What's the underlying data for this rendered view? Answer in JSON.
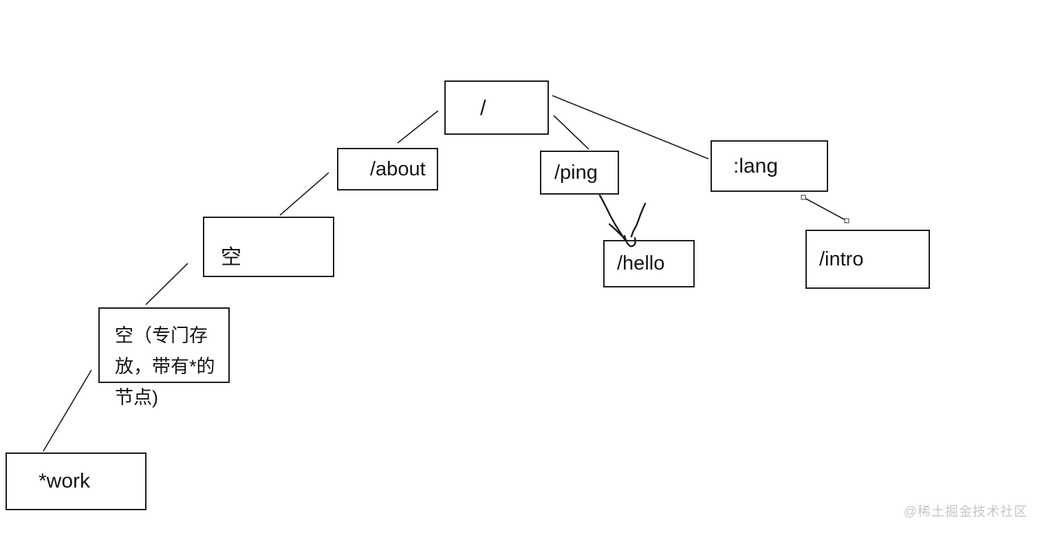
{
  "page": {
    "background": "#ffffff",
    "line_color": "#1a1a1a",
    "text_color": "#141414"
  },
  "nodes": {
    "root": {
      "label": "/"
    },
    "about": {
      "label": "/about"
    },
    "ping": {
      "label": "/ping"
    },
    "lang": {
      "label": ":lang"
    },
    "hello": {
      "label": "/hello"
    },
    "intro": {
      "label": "/intro"
    },
    "empty": {
      "label": "空"
    },
    "empty_note": {
      "text": "空（专门存放，带有*的节点)",
      "lines": [
        "空（专门存",
        "放，带有*的",
        "节点)"
      ]
    },
    "work": {
      "label": "*work"
    }
  },
  "edges": [
    {
      "from": "root",
      "to": "about",
      "style": "thin-line"
    },
    {
      "from": "root",
      "to": "ping",
      "style": "thin-line"
    },
    {
      "from": "root",
      "to": "lang",
      "style": "thin-line"
    },
    {
      "from": "about",
      "to": "empty",
      "style": "thin-line"
    },
    {
      "from": "empty",
      "to": "empty_note",
      "style": "thin-line"
    },
    {
      "from": "empty_note",
      "to": "work",
      "style": "thin-line"
    },
    {
      "from": "lang",
      "to": "intro",
      "style": "thin-line-with-endpoint-handles"
    },
    {
      "from": "ping",
      "to": "hello",
      "style": "freehand-arrow"
    }
  ],
  "watermark": {
    "text": "@稀土掘金技术社区",
    "color": "#c6c6c6"
  }
}
